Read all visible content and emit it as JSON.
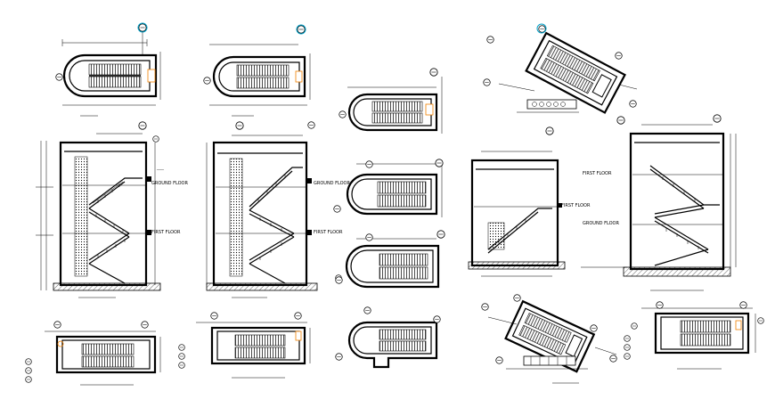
{
  "section_labels": {
    "s1_a": "GROUND FLOOR",
    "s1_b": "FIRST FLOOR",
    "s2_a": "GROUND FLOOR",
    "s2_b": "FIRST FLOOR",
    "s3_a": "FIRST FLOOR",
    "s4_a": "FIRST FLOOR",
    "s4_b": "GROUND FLOOR"
  },
  "grid_tags": [
    "B",
    "A",
    "C",
    "D"
  ],
  "colors": {
    "ink": "#000000",
    "paper": "#ffffff",
    "accent": "#00a0c8",
    "highlight": "#f08000"
  }
}
